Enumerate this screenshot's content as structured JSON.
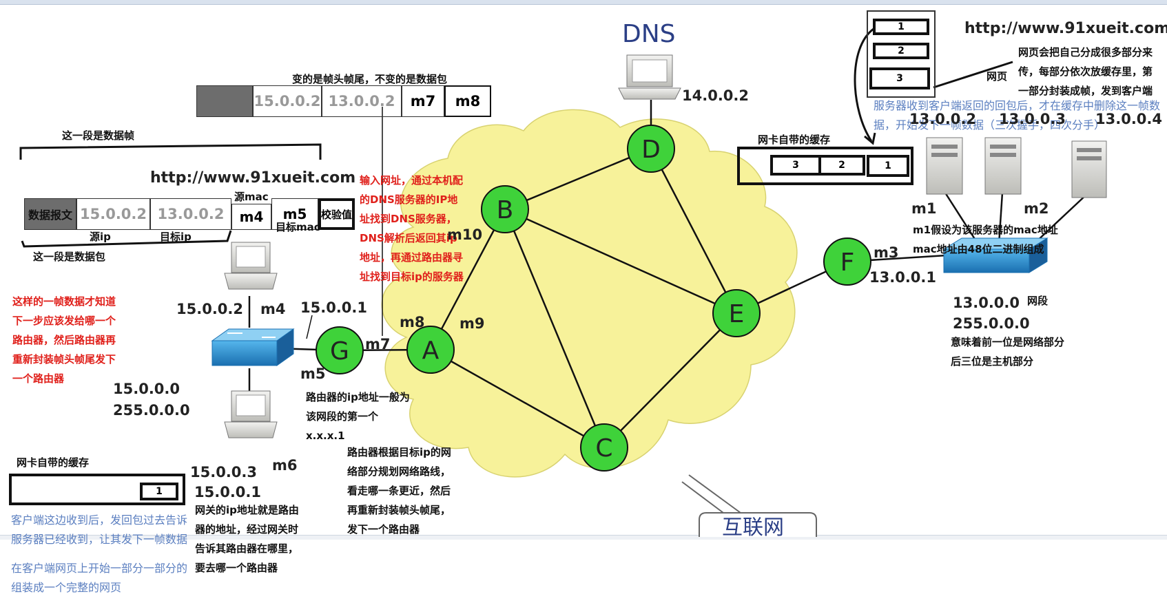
{
  "dns_label": "DNS",
  "dns_ip": "14.0.0.2",
  "cloud_label": "互联网",
  "nodes": [
    "A",
    "B",
    "C",
    "D",
    "E",
    "F",
    "G"
  ],
  "top_url": "http://www.91xueit.com",
  "mid_url": "http://www.91xueit.com",
  "frame_top": {
    "title": "变的是帧头帧尾，不变的是数据包",
    "cells": [
      "",
      "15.0.0.2",
      "13.0.0.2",
      "m7",
      "m8"
    ]
  },
  "frame_main": {
    "label_frame": "这一段是数据帧",
    "label_packet": "这一段是数据包",
    "cells": [
      "数据报文",
      "15.0.0.2",
      "13.0.0.2",
      "m4",
      "m5",
      "校验值"
    ],
    "src_mac_label": "源mac",
    "dst_mac_label": "目标mac",
    "src_ip_label": "源ip",
    "dst_ip_label": "目标ip"
  },
  "red_note_left": [
    "这样的一帧数据才知道",
    "下一步应该发给哪一个",
    "路由器，然后路由器再",
    "重新封装帧头帧尾发下",
    "一个路由器"
  ],
  "red_note_center": [
    "输入网址，通过本机配",
    "的DNS服务器的IP地",
    "址找到DNS服务器，",
    "DNS解析后返回其ip",
    "地址，再通过路由器寻",
    "址找到目标ip的服务器"
  ],
  "client_side": {
    "pc1_ip": "15.0.0.2",
    "pc1_mac": "m4",
    "gateway_ip": "15.0.0.1",
    "switch_mac": "m5",
    "g_mac": "m7",
    "network": "15.0.0.0",
    "mask": "255.0.0.0",
    "pc2_ip": "15.0.0.3",
    "pc2_mac": "m6",
    "gateway_ip2": "15.0.0.1"
  },
  "router_labels": {
    "a_m8": "m8",
    "a_m9": "m9",
    "b_m10": "m10",
    "f_m3": "m3",
    "f_ip": "13.0.0.1"
  },
  "router_ip_note": [
    "路由器的ip地址一般为",
    "该网段的第一个",
    "x.x.x.1"
  ],
  "router_route_note": [
    "路由器根据目标ip的网",
    "络部分规划网络路线，",
    "看走哪一条更近，然后",
    "再重新封装帧头帧尾，",
    "发下一个路由器"
  ],
  "gateway_note": [
    "网关的ip地址就是路由",
    "器的地址，经过网关时",
    "告诉其路由器在哪里，",
    "要去哪一个路由器"
  ],
  "client_cache": {
    "title": "网卡自带的缓存",
    "items": [
      "1"
    ]
  },
  "client_blue_note": [
    "客户端这边收到后，发回包过去告诉",
    "服务器已经收到，让其发下一帧数据"
  ],
  "client_blue_note2": [
    "在客户端网页上开始一部分一部分的",
    "组装成一个完整的网页"
  ],
  "server_cache": {
    "title": "网卡自带的缓存",
    "items": [
      "3",
      "2",
      "1"
    ]
  },
  "webpage_parts": {
    "label": "网页",
    "items": [
      "1",
      "2",
      "3"
    ]
  },
  "server_note": [
    "网页会把自己分成很多部分来",
    "传，每部分依次放缓存里，第",
    "一部分封装成帧，发到客户端"
  ],
  "server_blue_note": [
    "服务器收到客户端返回的回包后，才在缓存中删除这一帧数",
    "据，开始发下一帧数据（三次握手，四次分手）"
  ],
  "servers": {
    "ips": [
      "13.0.0.2",
      "13.0.0.3",
      "13.0.0.4"
    ],
    "m1": "m1",
    "m2": "m2"
  },
  "server_mac_note": [
    "m1假设为该服务器的mac地址",
    "mac地址由48位二进制组成"
  ],
  "server_net": {
    "network": "13.0.0.0",
    "network_label": "网段",
    "mask": "255.0.0.0",
    "note": [
      "意味着前一位是网络部分",
      "后三位是主机部分"
    ]
  },
  "colors": {
    "node_fill": "#3fd23a",
    "cloud": "#f7f29a",
    "red": "#e0201b",
    "blue": "#5b7fc0",
    "switch": "#1f88c9"
  }
}
